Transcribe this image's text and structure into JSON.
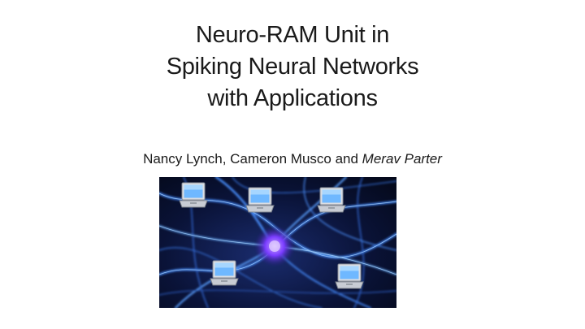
{
  "slide": {
    "title_lines": [
      "Neuro-RAM Unit in",
      "Spiking Neural Networks",
      "with Applications"
    ],
    "authors_plain": "Nancy Lynch, Cameron Musco and ",
    "authors_italic": "Merav Parter"
  },
  "figure": {
    "description_icons": [
      "laptop-icon",
      "laptop-icon",
      "laptop-icon",
      "laptop-icon",
      "laptop-icon"
    ],
    "colors": {
      "background": "#0a1338",
      "fiber": "#4a90ff",
      "fiber_glow": "#9fd0ff",
      "neuron": "#7a3cff",
      "laptop_screen": "#6fb8ff",
      "laptop_body": "#c8ccd4"
    }
  }
}
